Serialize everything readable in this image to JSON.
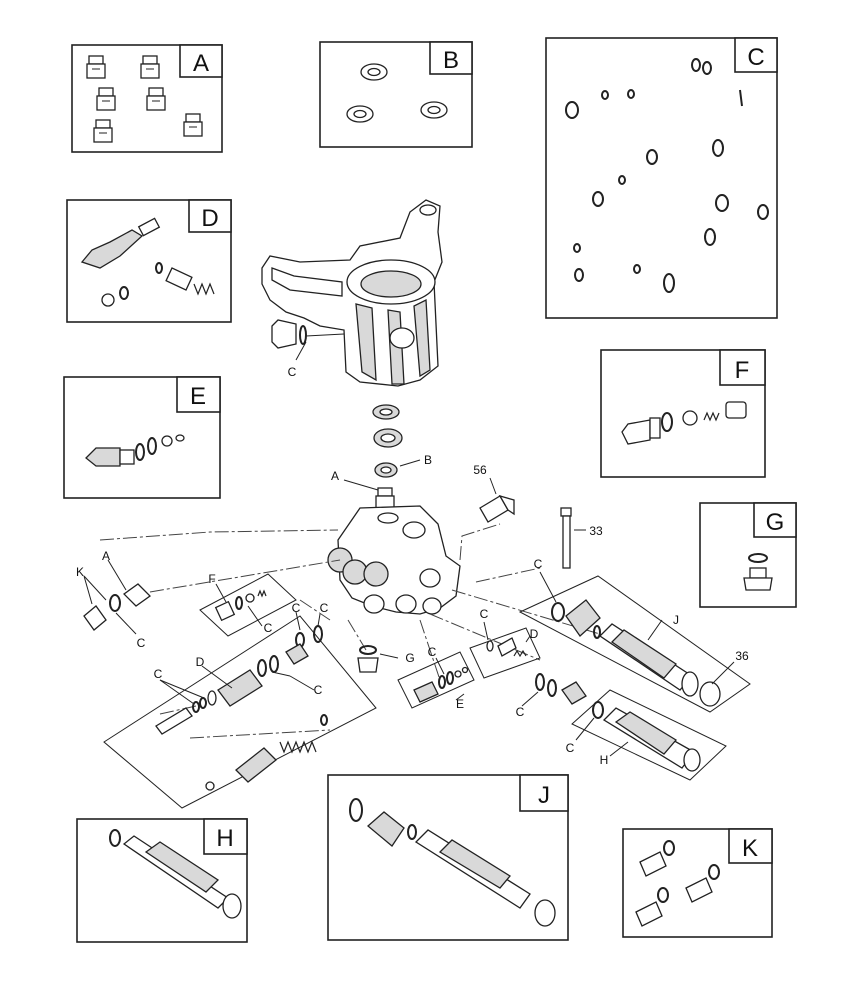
{
  "kits": {
    "A": "A",
    "B": "B",
    "C": "C",
    "D": "D",
    "E": "E",
    "F": "F",
    "G": "G",
    "H": "H",
    "J": "J",
    "K": "K"
  },
  "callouts": {
    "manifold_c": "C",
    "seal_b": "B",
    "valve_a": "A",
    "part_56": "56",
    "bolt_33": "33",
    "unloader_c": "C",
    "unloader_d": "D",
    "left_a": "A",
    "left_k": "K",
    "left_c": "C",
    "f_kit_f": "F",
    "f_kit_c": "C",
    "mid_c1": "C",
    "mid_c2": "C",
    "d_label": "D",
    "left_c2": "C",
    "mid_c3": "C",
    "g_label": "G",
    "e_c": "C",
    "e_label": "E",
    "right_c": "C",
    "j_c": "C",
    "j_label": "J",
    "part_36": "36",
    "h_c": "C",
    "h_label": "H"
  }
}
